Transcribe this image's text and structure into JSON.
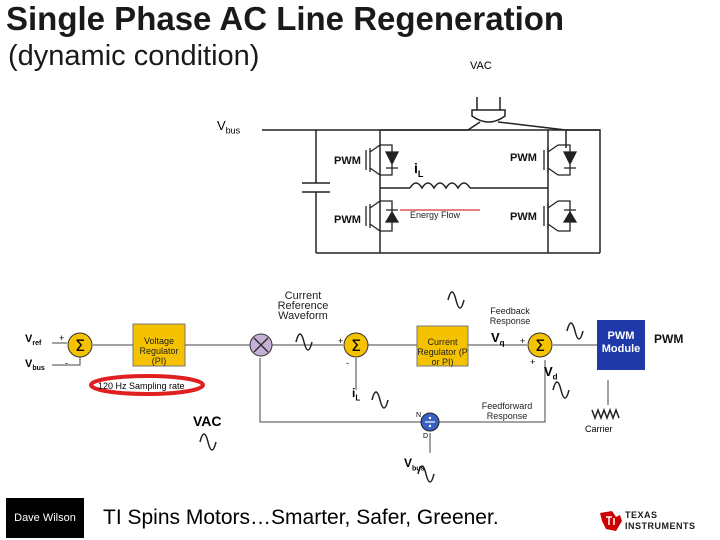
{
  "title": "Single Phase AC Line Regeneration",
  "subtitle": "(dynamic condition)",
  "power_circuit": {
    "vac_label": "VAC",
    "vbus_main": "V",
    "vbus_main_sub": "bus",
    "pwm_top_left": "PWM",
    "pwm_top_right": "PWM",
    "pwm_bottom_left": "PWM",
    "pwm_bottom_right": "PWM",
    "il_main": "i",
    "il_main_sub": "L",
    "energy_flow": "Energy Flow"
  },
  "control": {
    "vref": "V",
    "vref_sub": "ref",
    "vbus_in": "V",
    "vbus_in_sub": "bus",
    "sum1_plus": "+",
    "sum1_minus": "-",
    "voltage_regulator": "Voltage Regulator (PI)",
    "sampling_rate": "120 Hz Sampling rate",
    "current_reference": "Current Reference Waveform",
    "vac_ctrl": "VAC",
    "sum2_plus": "+",
    "sum2_minus": "-",
    "il_ctrl": "i",
    "il_ctrl_sub": "L",
    "current_regulator": "Current Regulator (P or PI)",
    "feedback_response": "Feedback Response",
    "vq": "V",
    "vq_sub": "q",
    "sum3_plus_top": "+",
    "sum3_plus_bottom": "+",
    "feedforward_response": "Feedforward Response",
    "vd": "V",
    "vd_sub": "d",
    "divider_n": "N",
    "divider_d": "D",
    "vbus_bottom": "V",
    "vbus_bottom_sub": "bus",
    "pwm_module": "PWM Module",
    "pwm_out": "PWM",
    "carrier": "Carrier"
  },
  "footer": {
    "author": "Dave Wilson",
    "slogan": "TI Spins Motors…Smarter, Safer, Greener.",
    "company_line1": "TEXAS",
    "company_line2": "INSTRUMENTS"
  },
  "colors": {
    "pwm_module_fill": "#1f3aa8",
    "regulator_fill": "#f5c200",
    "multiplier_fill": "#c7b0d6",
    "divider_fill": "#3a5fc0",
    "sampling_ellipse": "#e02020",
    "ti_red": "#cc0000"
  }
}
